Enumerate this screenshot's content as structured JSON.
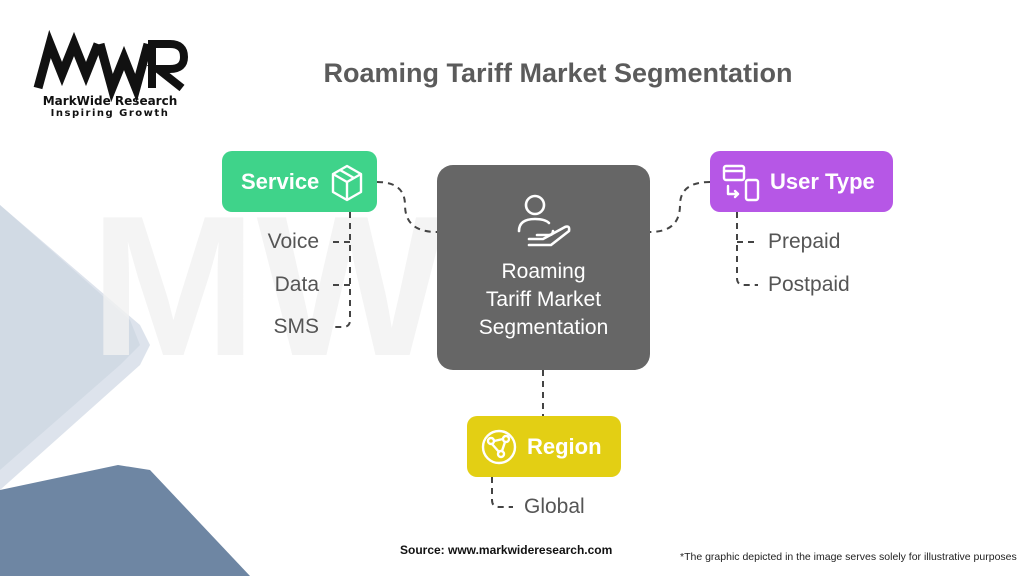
{
  "logo": {
    "mark": "MWR",
    "name": "MarkWide Research",
    "tagline": "Inspiring Growth"
  },
  "title": "Roaming Tariff Market Segmentation",
  "center": {
    "lines": [
      "Roaming",
      "Tariff Market",
      "Segmentation"
    ],
    "icon": "person-hand-icon"
  },
  "segments": {
    "service": {
      "label": "Service",
      "icon": "box-icon",
      "color": "#3fd38a",
      "items": [
        "Voice",
        "Data",
        "SMS"
      ]
    },
    "user_type": {
      "label": "User Type",
      "icon": "card-phone-icon",
      "color": "#b657e6",
      "items": [
        "Prepaid",
        "Postpaid"
      ]
    },
    "region": {
      "label": "Region",
      "icon": "network-globe-icon",
      "color": "#e3cf14",
      "items": [
        "Global"
      ]
    }
  },
  "footer": {
    "source": "Source: www.markwideresearch.com",
    "note": "*The graphic depicted in the image serves solely for illustrative purposes"
  }
}
